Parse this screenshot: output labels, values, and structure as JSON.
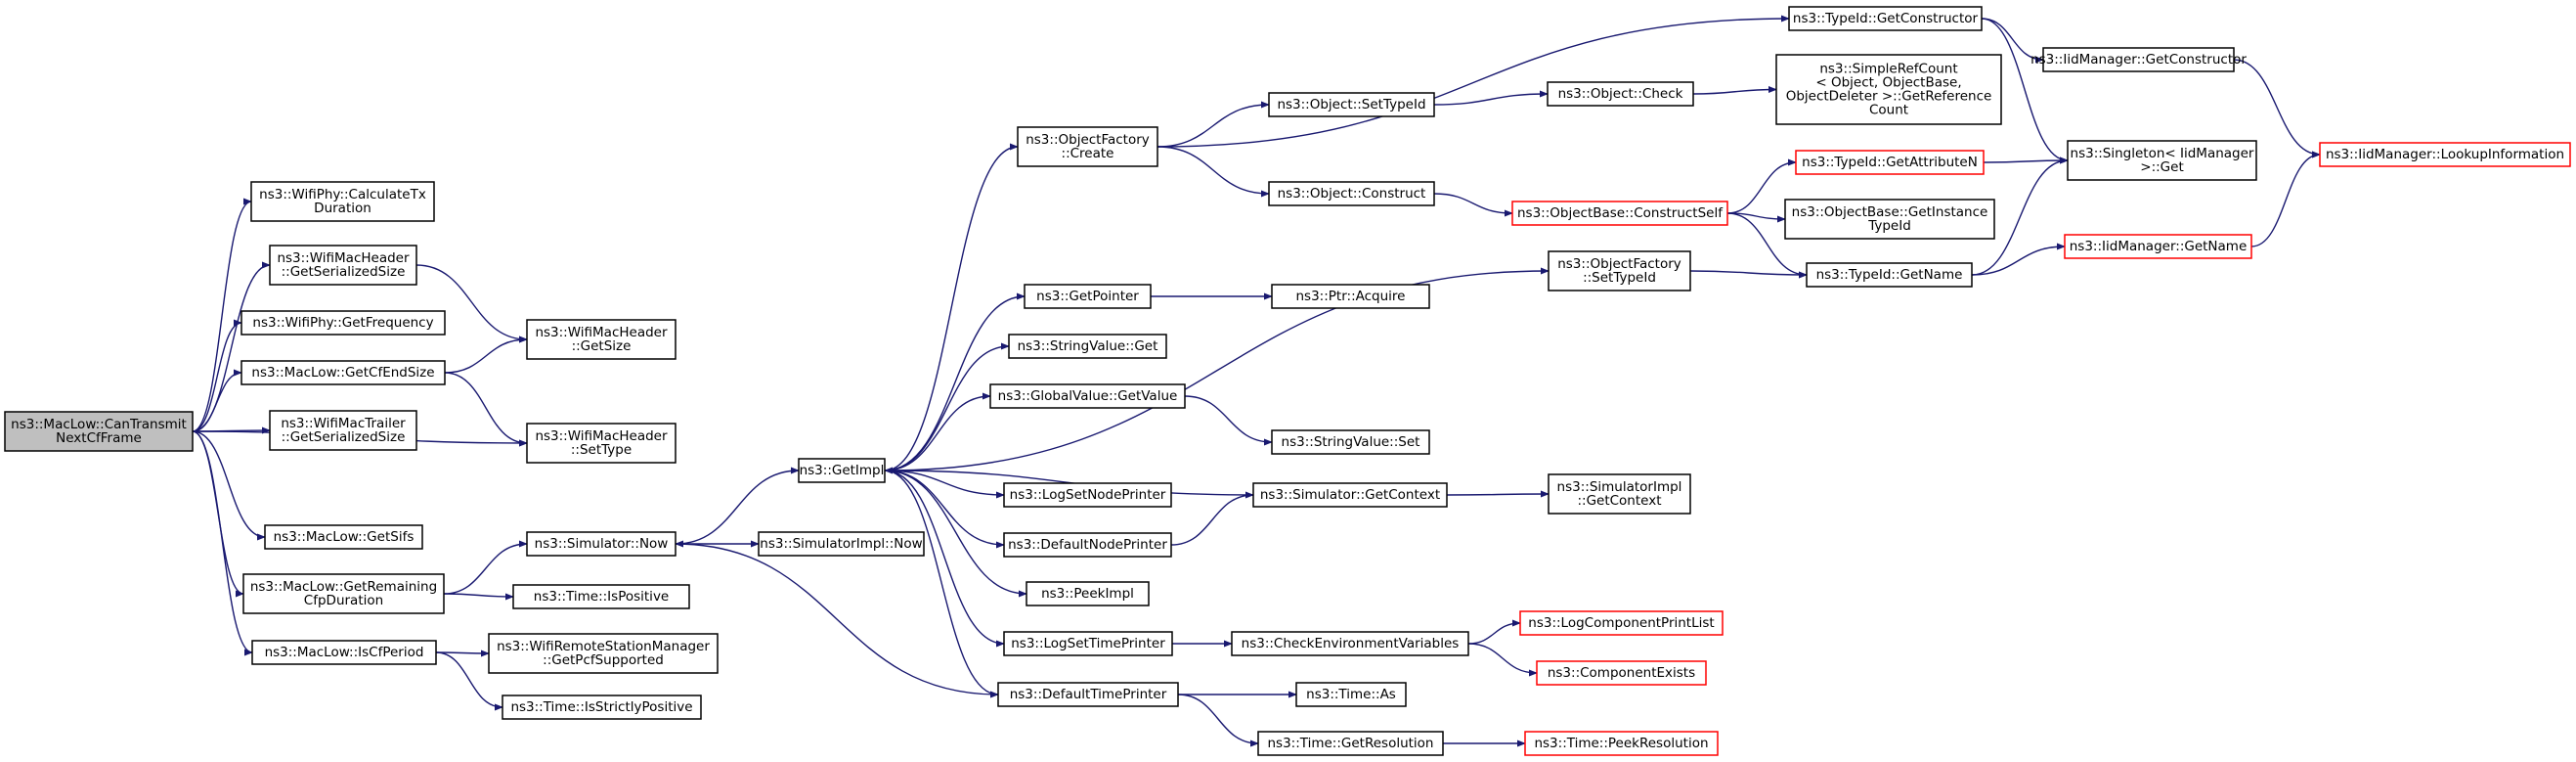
{
  "graph": {
    "root": "n0",
    "nodes": {
      "n0": {
        "lines": [
          "ns3::MacLow::CanTransmit",
          "NextCfFrame"
        ],
        "style": "root"
      },
      "n1": {
        "lines": [
          "ns3::WifiPhy::CalculateTx",
          "Duration"
        ],
        "style": "normal"
      },
      "n2": {
        "lines": [
          "ns3::WifiMacHeader",
          "::GetSerializedSize"
        ],
        "style": "normal"
      },
      "n3": {
        "lines": [
          "ns3::WifiPhy::GetFrequency"
        ],
        "style": "normal"
      },
      "n4": {
        "lines": [
          "ns3::MacLow::GetCfEndSize"
        ],
        "style": "normal"
      },
      "n5": {
        "lines": [
          "ns3::WifiMacTrailer",
          "::GetSerializedSize"
        ],
        "style": "normal"
      },
      "n6": {
        "lines": [
          "ns3::MacLow::GetSifs"
        ],
        "style": "normal"
      },
      "n7": {
        "lines": [
          "ns3::MacLow::GetRemaining",
          "CfpDuration"
        ],
        "style": "normal"
      },
      "n8": {
        "lines": [
          "ns3::MacLow::IsCfPeriod"
        ],
        "style": "normal"
      },
      "n9": {
        "lines": [
          "ns3::WifiMacHeader",
          "::GetSize"
        ],
        "style": "normal"
      },
      "n10": {
        "lines": [
          "ns3::WifiMacHeader",
          "::SetType"
        ],
        "style": "normal"
      },
      "n11": {
        "lines": [
          "ns3::Simulator::Now"
        ],
        "style": "normal"
      },
      "n12": {
        "lines": [
          "ns3::Time::IsPositive"
        ],
        "style": "normal"
      },
      "n13": {
        "lines": [
          "ns3::WifiRemoteStationManager",
          "::GetPcfSupported"
        ],
        "style": "normal"
      },
      "n14": {
        "lines": [
          "ns3::Time::IsStrictlyPositive"
        ],
        "style": "normal"
      },
      "n15": {
        "lines": [
          "ns3::GetImpl"
        ],
        "style": "normal"
      },
      "n16": {
        "lines": [
          "ns3::SimulatorImpl::Now"
        ],
        "style": "normal"
      },
      "n17": {
        "lines": [
          "ns3::ObjectFactory",
          "::Create"
        ],
        "style": "normal"
      },
      "n18": {
        "lines": [
          "ns3::GetPointer"
        ],
        "style": "normal"
      },
      "n19": {
        "lines": [
          "ns3::StringValue::Get"
        ],
        "style": "normal"
      },
      "n20": {
        "lines": [
          "ns3::GlobalValue::GetValue"
        ],
        "style": "normal"
      },
      "n21": {
        "lines": [
          "ns3::LogSetNodePrinter"
        ],
        "style": "normal"
      },
      "n22": {
        "lines": [
          "ns3::DefaultNodePrinter"
        ],
        "style": "normal"
      },
      "n23": {
        "lines": [
          "ns3::PeekImpl"
        ],
        "style": "normal"
      },
      "n24": {
        "lines": [
          "ns3::LogSetTimePrinter"
        ],
        "style": "normal"
      },
      "n25": {
        "lines": [
          "ns3::DefaultTimePrinter"
        ],
        "style": "normal"
      },
      "n26": {
        "lines": [
          "ns3::Object::SetTypeId"
        ],
        "style": "normal"
      },
      "n27": {
        "lines": [
          "ns3::Object::Construct"
        ],
        "style": "normal"
      },
      "n28": {
        "lines": [
          "ns3::Ptr::Acquire"
        ],
        "style": "normal"
      },
      "n29": {
        "lines": [
          "ns3::StringValue::Set"
        ],
        "style": "normal"
      },
      "n30": {
        "lines": [
          "ns3::Simulator::GetContext"
        ],
        "style": "normal"
      },
      "n31": {
        "lines": [
          "ns3::CheckEnvironmentVariables"
        ],
        "style": "normal"
      },
      "n32": {
        "lines": [
          "ns3::Time::As"
        ],
        "style": "normal"
      },
      "n33": {
        "lines": [
          "ns3::Time::GetResolution"
        ],
        "style": "normal"
      },
      "n34": {
        "lines": [
          "ns3::TypeId::GetConstructor"
        ],
        "style": "normal"
      },
      "n35": {
        "lines": [
          "ns3::Object::Check"
        ],
        "style": "normal"
      },
      "n36": {
        "lines": [
          "ns3::ObjectBase::ConstructSelf"
        ],
        "style": "red"
      },
      "n37": {
        "lines": [
          "ns3::ObjectFactory",
          "::SetTypeId"
        ],
        "style": "normal"
      },
      "n38": {
        "lines": [
          "ns3::SimulatorImpl",
          "::GetContext"
        ],
        "style": "normal"
      },
      "n39": {
        "lines": [
          "ns3::LogComponentPrintList"
        ],
        "style": "red"
      },
      "n40": {
        "lines": [
          "ns3::ComponentExists"
        ],
        "style": "red"
      },
      "n41": {
        "lines": [
          "ns3::Time::PeekResolution"
        ],
        "style": "red"
      },
      "n42": {
        "lines": [
          "ns3::SimpleRefCount",
          "< Object, ObjectBase,",
          "ObjectDeleter >::GetReference",
          "Count"
        ],
        "style": "normal"
      },
      "n43": {
        "lines": [
          "ns3::TypeId::GetAttributeN"
        ],
        "style": "red"
      },
      "n44": {
        "lines": [
          "ns3::ObjectBase::GetInstance",
          "TypeId"
        ],
        "style": "normal"
      },
      "n45": {
        "lines": [
          "ns3::TypeId::GetName"
        ],
        "style": "normal"
      },
      "n46": {
        "lines": [
          "ns3::IidManager::GetConstructor"
        ],
        "style": "normal"
      },
      "n47": {
        "lines": [
          "ns3::Singleton< IidManager",
          " >::Get"
        ],
        "style": "normal"
      },
      "n48": {
        "lines": [
          "ns3::IidManager::GetName"
        ],
        "style": "red"
      },
      "n49": {
        "lines": [
          "ns3::IidManager::LookupInformation"
        ],
        "style": "red"
      }
    },
    "edges": [
      [
        "n0",
        "n1"
      ],
      [
        "n0",
        "n2"
      ],
      [
        "n0",
        "n3"
      ],
      [
        "n0",
        "n4"
      ],
      [
        "n0",
        "n5"
      ],
      [
        "n0",
        "n10"
      ],
      [
        "n0",
        "n6"
      ],
      [
        "n0",
        "n7"
      ],
      [
        "n0",
        "n8"
      ],
      [
        "n2",
        "n9"
      ],
      [
        "n4",
        "n9"
      ],
      [
        "n4",
        "n10"
      ],
      [
        "n7",
        "n11"
      ],
      [
        "n7",
        "n12"
      ],
      [
        "n8",
        "n13"
      ],
      [
        "n8",
        "n14"
      ],
      [
        "n11",
        "n15"
      ],
      [
        "n11",
        "n16"
      ],
      [
        "n15",
        "n17"
      ],
      [
        "n15",
        "n18"
      ],
      [
        "n15",
        "n19"
      ],
      [
        "n15",
        "n20"
      ],
      [
        "n15",
        "n21"
      ],
      [
        "n15",
        "n22"
      ],
      [
        "n15",
        "n23"
      ],
      [
        "n15",
        "n24"
      ],
      [
        "n15",
        "n25"
      ],
      [
        "n15",
        "n37"
      ],
      [
        "n17",
        "n34"
      ],
      [
        "n17",
        "n26"
      ],
      [
        "n17",
        "n27"
      ],
      [
        "n18",
        "n28"
      ],
      [
        "n20",
        "n29"
      ],
      [
        "n22",
        "n30"
      ],
      [
        "n30",
        "n15"
      ],
      [
        "n30",
        "n38"
      ],
      [
        "n24",
        "n31"
      ],
      [
        "n31",
        "n39"
      ],
      [
        "n31",
        "n40"
      ],
      [
        "n25",
        "n11"
      ],
      [
        "n25",
        "n32"
      ],
      [
        "n25",
        "n33"
      ],
      [
        "n33",
        "n41"
      ],
      [
        "n26",
        "n35"
      ],
      [
        "n35",
        "n42"
      ],
      [
        "n27",
        "n36"
      ],
      [
        "n36",
        "n43"
      ],
      [
        "n36",
        "n44"
      ],
      [
        "n36",
        "n45"
      ],
      [
        "n37",
        "n45"
      ],
      [
        "n43",
        "n47"
      ],
      [
        "n45",
        "n47"
      ],
      [
        "n45",
        "n48"
      ],
      [
        "n34",
        "n46"
      ],
      [
        "n34",
        "n47"
      ],
      [
        "n46",
        "n49"
      ],
      [
        "n48",
        "n49"
      ]
    ]
  }
}
